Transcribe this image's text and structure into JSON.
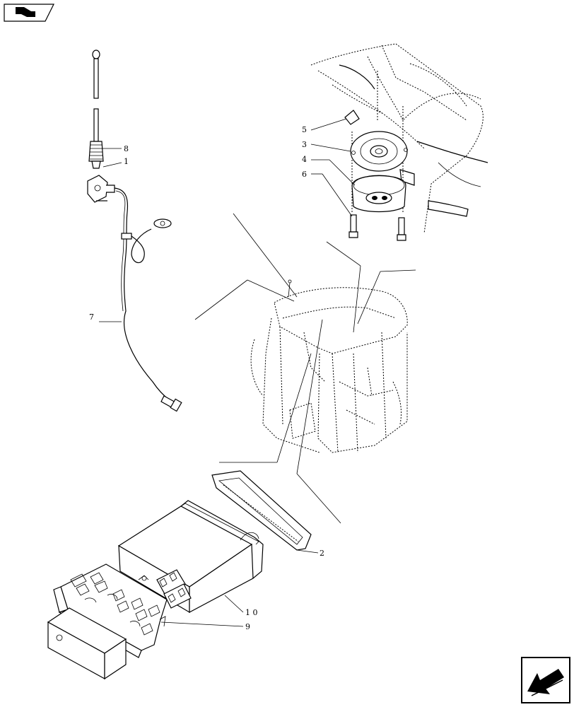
{
  "callouts": {
    "c1": "1",
    "c2": "2",
    "c3": "3",
    "c4": "4",
    "c5": "5",
    "c6": "6",
    "c7": "7",
    "c8": "8",
    "c9": "9",
    "c10": "1 0"
  },
  "icons": {
    "top_left": "book-nav-icon",
    "bottom_right": "next-page-arrow-icon"
  }
}
